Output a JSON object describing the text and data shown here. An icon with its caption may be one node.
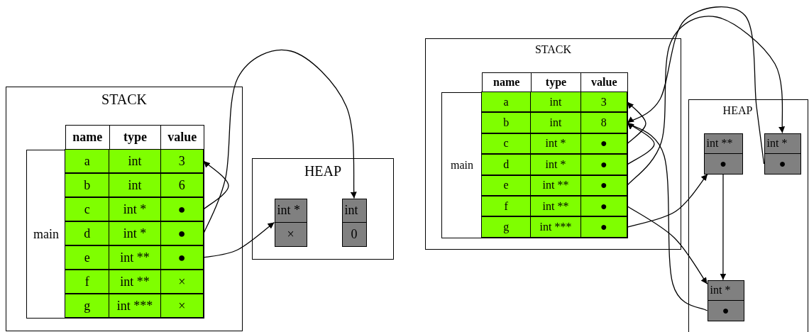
{
  "diagram": {
    "nodes": [
      {
        "text": [
          "STACK"
        ]
      },
      {
        "text": [
          "name",
          "type",
          "value"
        ],
        "in": 0
      },
      {
        "text": [
          "main"
        ],
        "in": 0
      },
      {
        "text": [
          "a",
          "int",
          "3"
        ],
        "in": 2
      },
      {
        "text": [
          "b",
          "int",
          "6"
        ],
        "in": 2
      },
      {
        "text": [
          "c",
          "int *",
          "●"
        ],
        "in": 2
      },
      {
        "text": [
          "d",
          "int *",
          "●"
        ],
        "in": 2
      },
      {
        "text": [
          "e",
          "int **",
          "●"
        ],
        "in": 2
      },
      {
        "text": [
          "f",
          "int **",
          "×"
        ],
        "in": 2
      },
      {
        "text": [
          "g",
          "int ***",
          "×"
        ],
        "in": 2
      },
      {
        "text": [
          "HEAP"
        ]
      },
      {
        "text": [
          "int *",
          "×"
        ],
        "in": 10
      },
      {
        "text": [
          "int",
          "0"
        ],
        "in": 10
      },
      {
        "text": [
          "STACK"
        ]
      },
      {
        "text": [
          "name",
          "type",
          "value"
        ],
        "in": 13
      },
      {
        "text": [
          "main"
        ],
        "in": 13
      },
      {
        "text": [
          "a",
          "int",
          "3"
        ],
        "in": 15
      },
      {
        "text": [
          "b",
          "int",
          "8"
        ],
        "in": 15
      },
      {
        "text": [
          "c",
          "int *",
          "●"
        ],
        "in": 15
      },
      {
        "text": [
          "d",
          "int *",
          "●"
        ],
        "in": 15
      },
      {
        "text": [
          "e",
          "int **",
          "●"
        ],
        "in": 15
      },
      {
        "text": [
          "f",
          "int **",
          "●"
        ],
        "in": 15
      },
      {
        "text": [
          "g",
          "int ***",
          "●"
        ],
        "in": 15
      },
      {
        "text": [
          "HEAP"
        ]
      },
      {
        "text": [
          "int **",
          "●"
        ],
        "in": 23
      },
      {
        "text": [
          "int *",
          "●"
        ],
        "in": 23
      },
      {
        "text": [
          "int *",
          "●"
        ],
        "in": 23
      }
    ],
    "edges": [
      {
        "from": 5,
        "to": 3,
        "arrow": "to"
      },
      {
        "from": 6,
        "to": 12,
        "arrow": "to"
      },
      {
        "from": 7,
        "to": 11,
        "arrow": "to"
      },
      {
        "from": 18,
        "to": 16,
        "arrow": "to"
      },
      {
        "from": 19,
        "to": 17,
        "arrow": "to"
      },
      {
        "from": 20,
        "to": 25,
        "arrow": "to"
      },
      {
        "from": 21,
        "to": 26,
        "arrow": "to"
      },
      {
        "from": 22,
        "to": 24,
        "arrow": "to"
      },
      {
        "from": 24,
        "to": 26,
        "arrow": "to"
      },
      {
        "from": 25,
        "to": 17,
        "arrow": "to"
      },
      {
        "from": 26,
        "to": 17,
        "arrow": "to"
      }
    ]
  }
}
